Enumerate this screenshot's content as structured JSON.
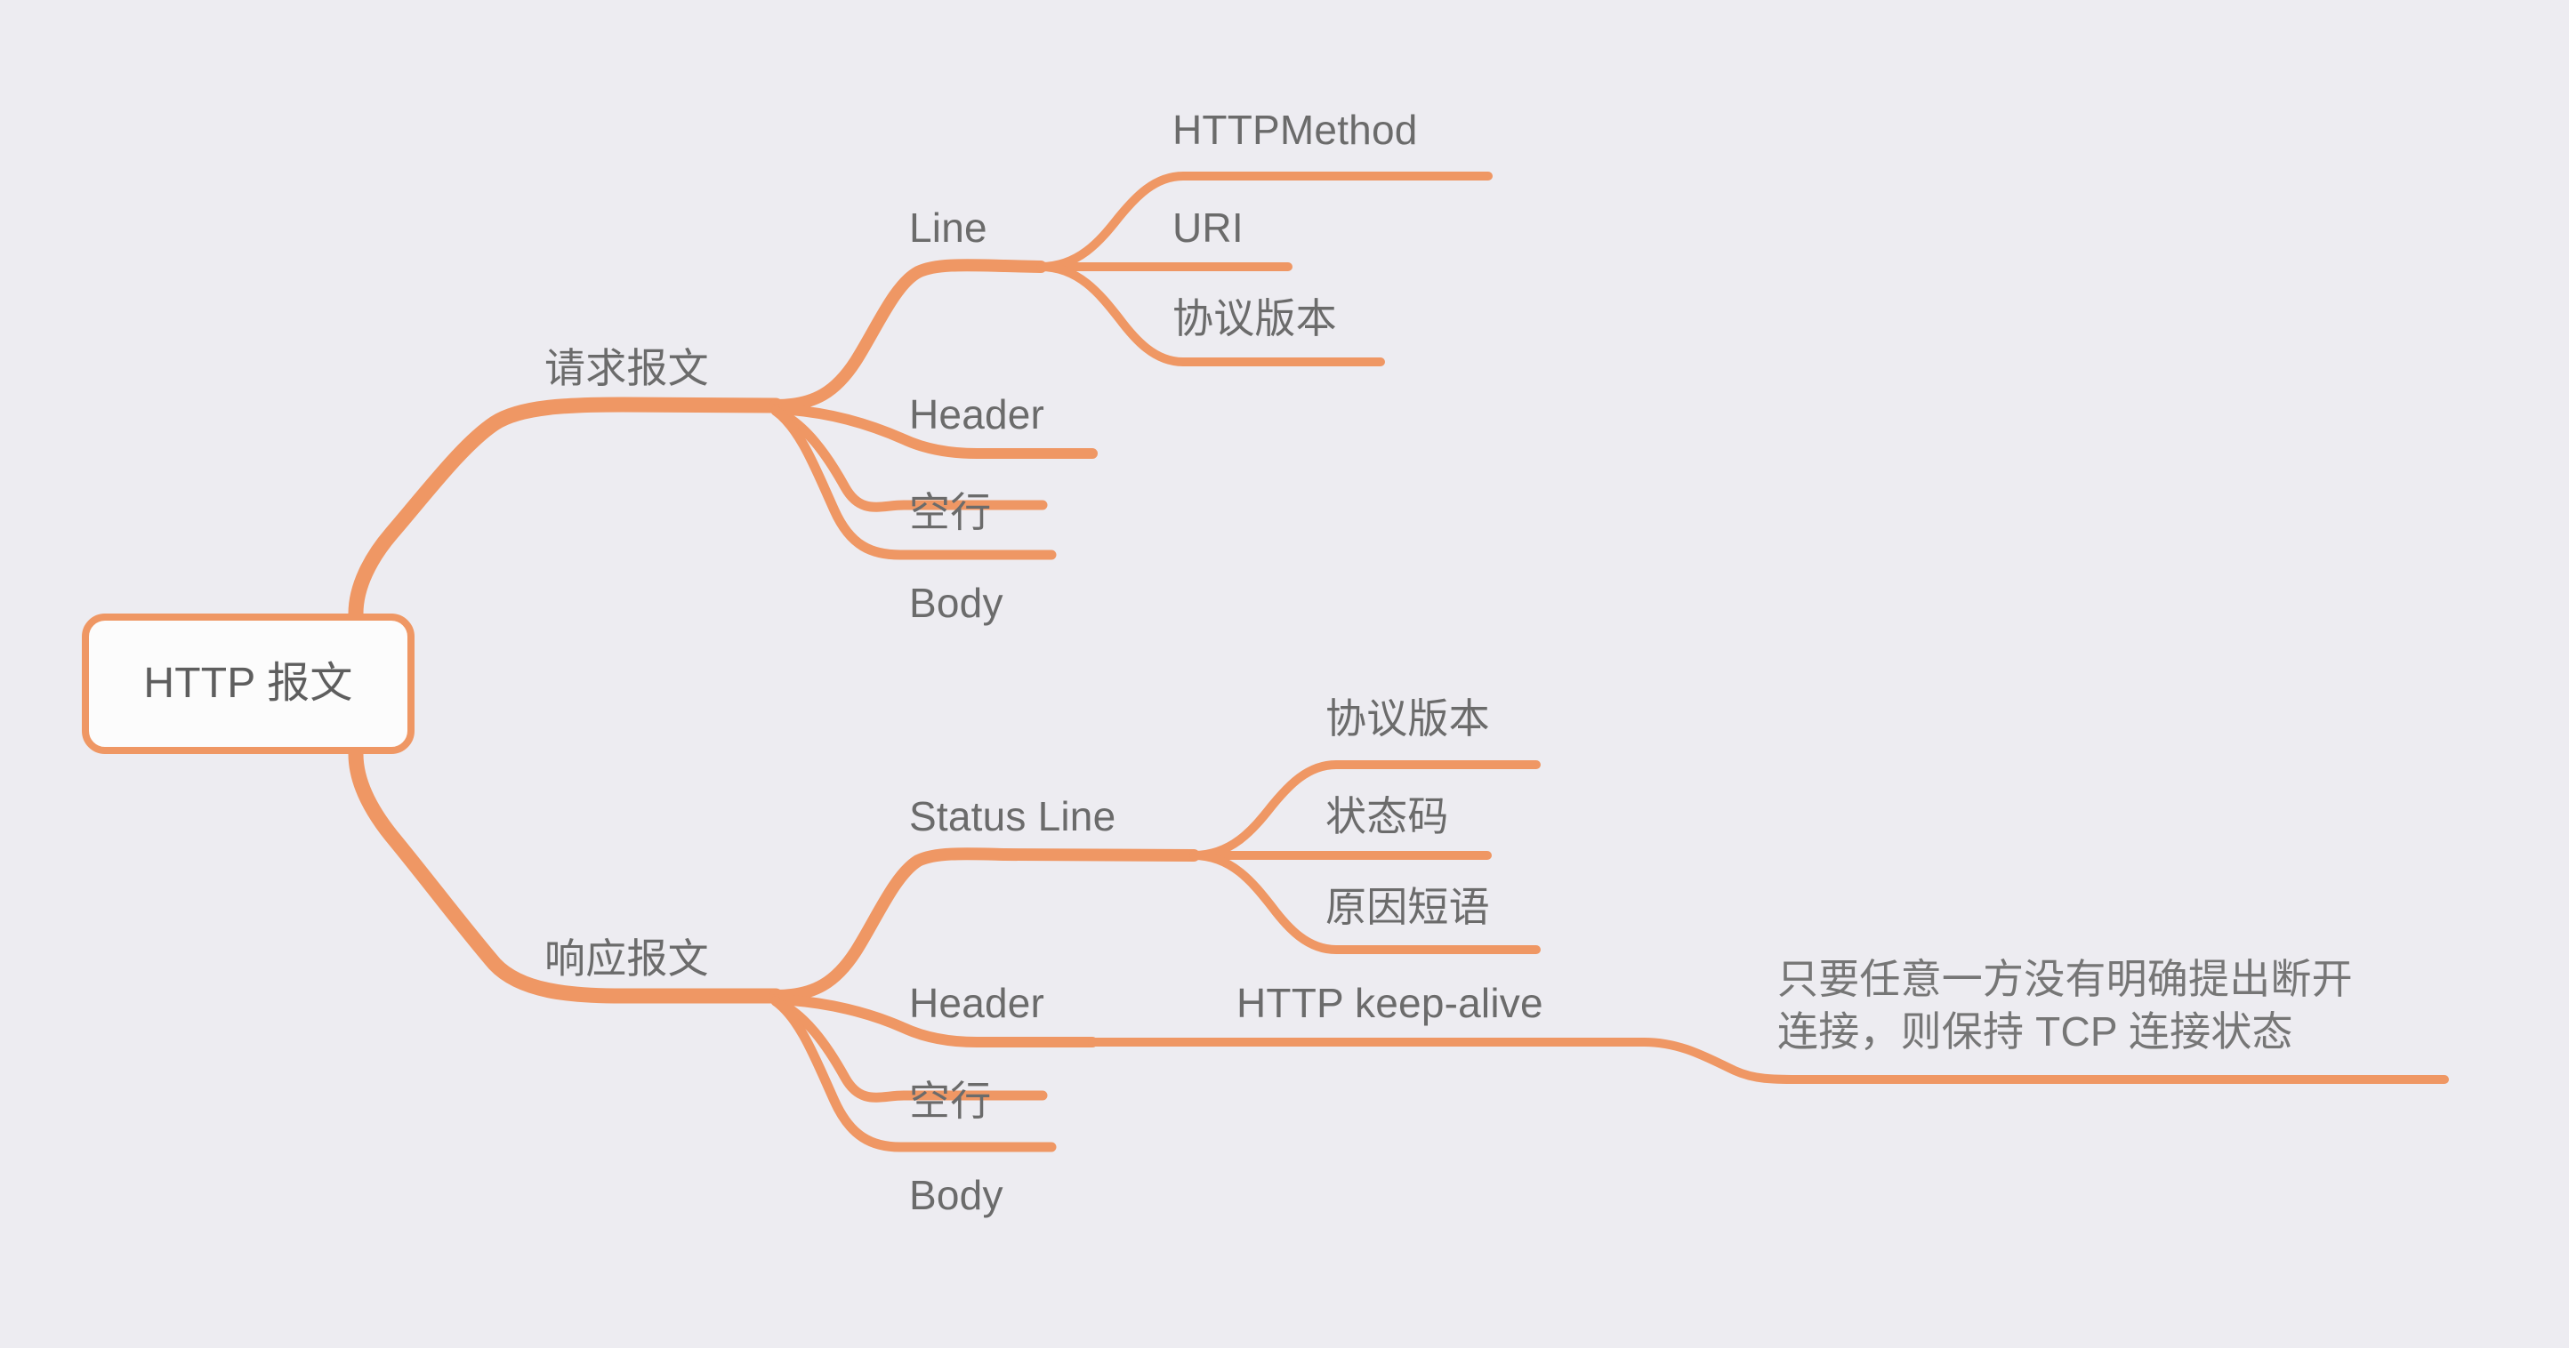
{
  "diagram": {
    "title": "HTTP 报文",
    "type": "mind-map",
    "background_color": "#edecf1",
    "branch_color": "#ef9764",
    "text_color": "#6b6b6b",
    "root_fill": "#fcfcfc"
  },
  "root": {
    "label": "HTTP 报文"
  },
  "branches": [
    {
      "label": "请求报文",
      "children": [
        {
          "label": "Line",
          "children": [
            {
              "label": "HTTPMethod"
            },
            {
              "label": "URI"
            },
            {
              "label": "协议版本"
            }
          ]
        },
        {
          "label": "Header"
        },
        {
          "label": "空行"
        },
        {
          "label": "Body"
        }
      ]
    },
    {
      "label": "响应报文",
      "children": [
        {
          "label": "Status Line",
          "children": [
            {
              "label": "协议版本"
            },
            {
              "label": "状态码"
            },
            {
              "label": "原因短语"
            }
          ]
        },
        {
          "label": "Header",
          "children": [
            {
              "label": "HTTP keep-alive",
              "children": [
                {
                  "label": "只要任意一方没有明确提出断开\n连接，则保持 TCP 连接状态"
                }
              ]
            }
          ]
        },
        {
          "label": "空行"
        },
        {
          "label": "Body"
        }
      ]
    }
  ],
  "labels": {
    "request": "请求报文",
    "response": "响应报文",
    "line": "Line",
    "status_line": "Status Line",
    "http_method": "HTTPMethod",
    "uri": "URI",
    "protocol_version_req": "协议版本",
    "protocol_version_resp": "协议版本",
    "status_code": "状态码",
    "reason_phrase": "原因短语",
    "header_req": "Header",
    "blank_line_req": "空行",
    "body_req": "Body",
    "header_resp": "Header",
    "blank_line_resp": "空行",
    "body_resp": "Body",
    "keep_alive": "HTTP keep-alive",
    "keep_alive_note": "只要任意一方没有明确提出断开\n连接，则保持 TCP 连接状态"
  }
}
